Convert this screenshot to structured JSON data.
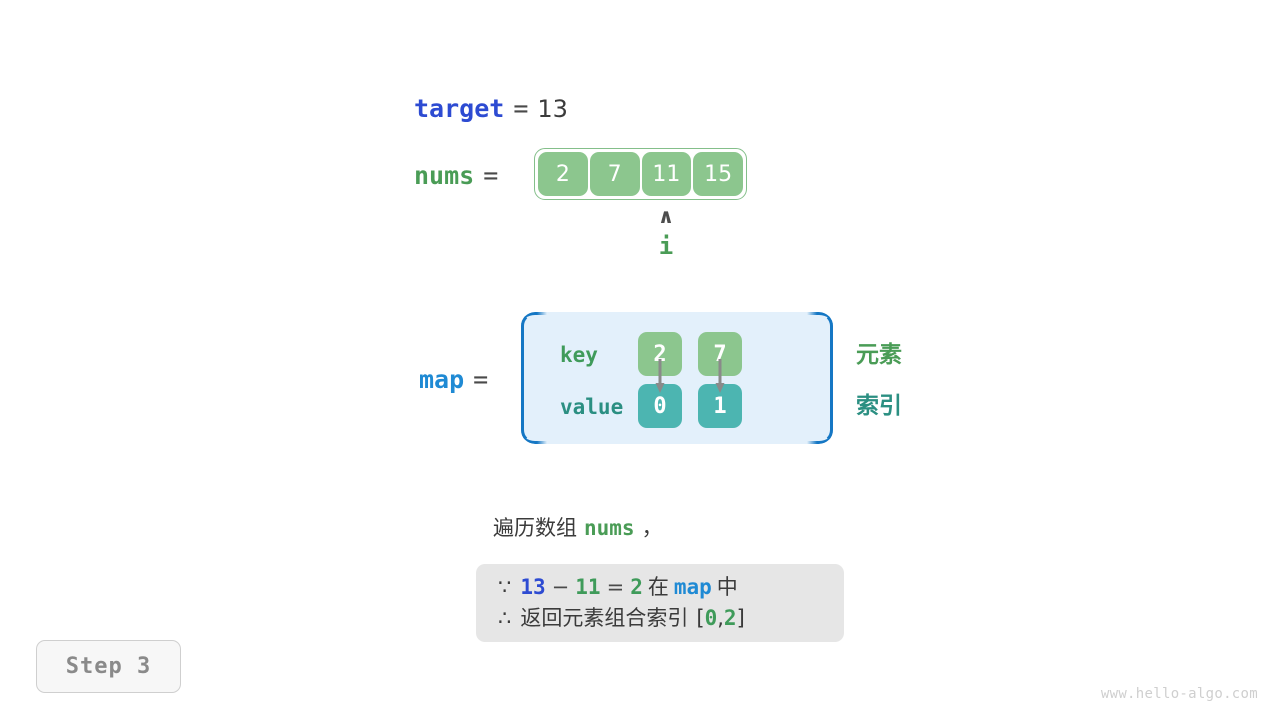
{
  "target": {
    "name": "target",
    "equals": "=",
    "value": "13"
  },
  "nums": {
    "name": "nums",
    "equals": "=",
    "cells": [
      "2",
      "7",
      "11",
      "15"
    ],
    "pointer": {
      "caret": "∧",
      "label": "i",
      "index": 2
    }
  },
  "map": {
    "name": "map",
    "equals": "=",
    "key_label": "key",
    "value_label": "value",
    "keys": [
      "2",
      "7"
    ],
    "values": [
      "0",
      "1"
    ],
    "legend_element": "元素",
    "legend_index": "索引"
  },
  "caption": {
    "prefix": "遍历数组",
    "code": "nums",
    "suffix": "，"
  },
  "explanation": {
    "line1": {
      "symbol": "∵",
      "a": "13",
      "minus": "−",
      "b": "11",
      "eq": "=",
      "c": "2",
      "in": "在",
      "map": "map",
      "within": "中"
    },
    "line2": {
      "symbol": "∴",
      "text": "返回元素组合索引",
      "bracket_open": "[",
      "i0": "0",
      "comma": ",",
      "i1": "2",
      "bracket_close": "]"
    }
  },
  "step_badge": "Step 3",
  "watermark": "www.hello-algo.com",
  "colors": {
    "accent_blue": "#2d4bd2",
    "map_blue": "#1f8ad4",
    "border_blue": "#1577c4",
    "map_bg": "#e3f0fb",
    "green_cell": "#8cc68e",
    "green_text": "#4a9c56",
    "teal_cell": "#4cb5b1",
    "teal_text": "#2b8f82",
    "explain_bg": "#e6e6e6",
    "badge_text": "#8a8a8a",
    "watermark": "#cfcfcf"
  }
}
